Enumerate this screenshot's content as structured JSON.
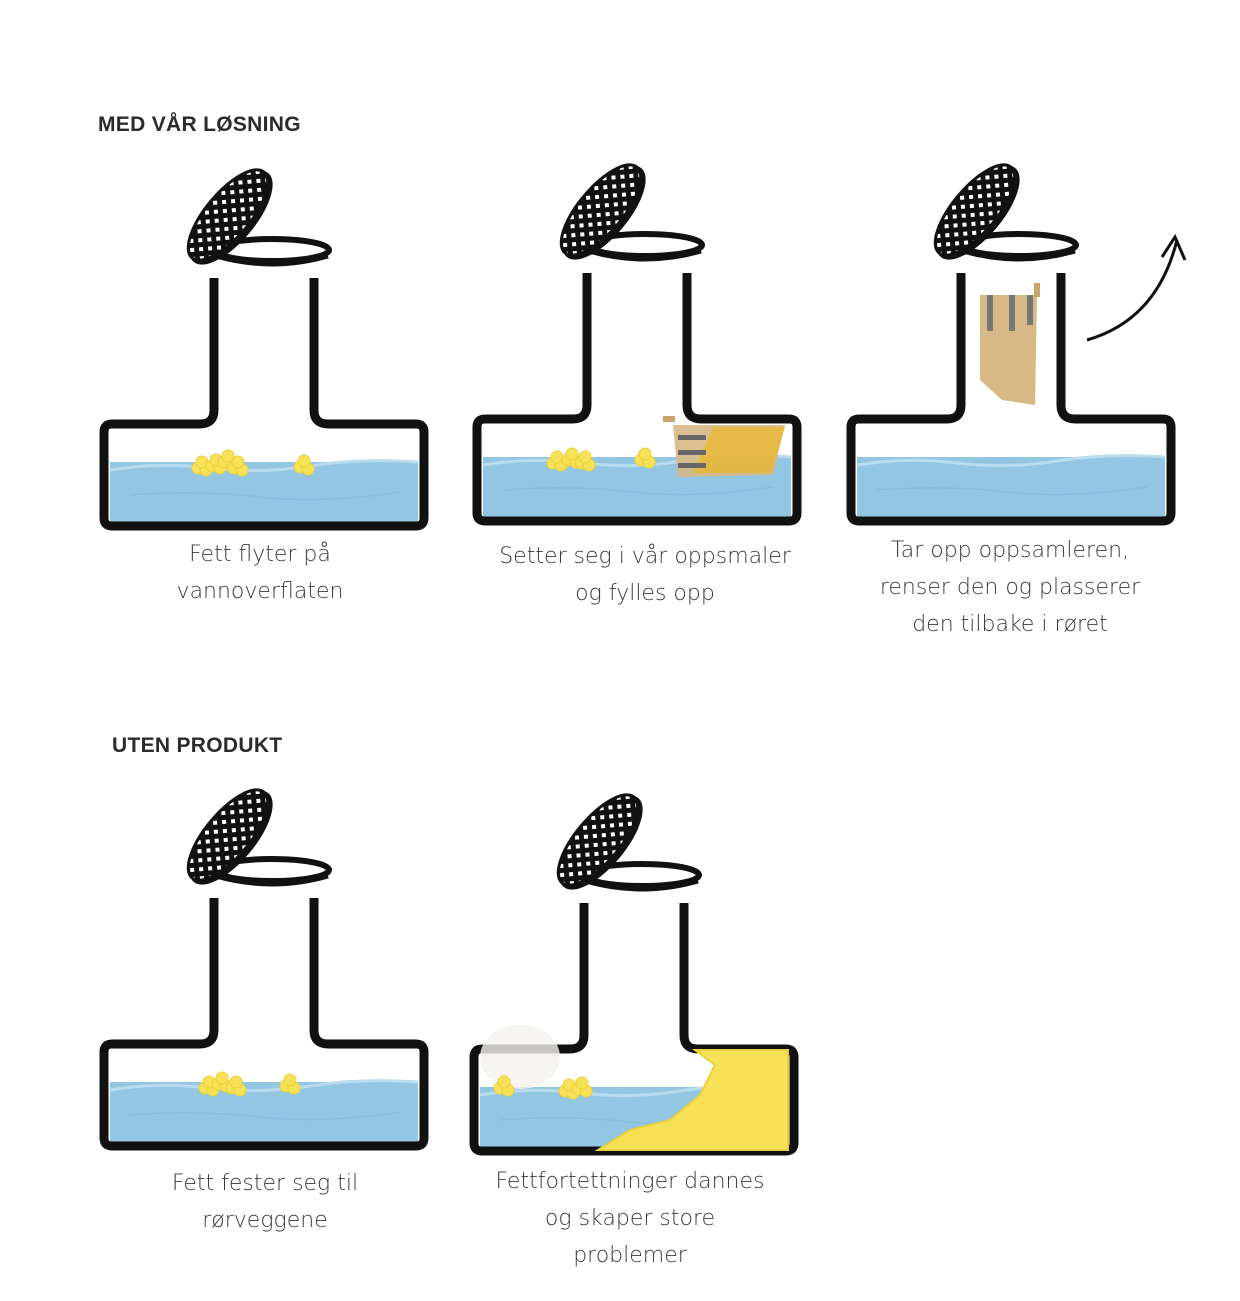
{
  "sections": [
    {
      "heading": "MED VÅR LØSNING",
      "panels": [
        {
          "caption": [
            "Fett flyter på",
            "vannoverflaten"
          ]
        },
        {
          "caption": [
            "Setter seg i vår oppsmaler",
            "og fylles opp"
          ]
        },
        {
          "caption": [
            "Tar opp oppsamleren,",
            "renser den og plasserer",
            "den tilbake i røret"
          ]
        }
      ]
    },
    {
      "heading": "UTEN PRODUKT",
      "panels": [
        {
          "caption": [
            "Fett fester seg til",
            "rørveggene"
          ]
        },
        {
          "caption": [
            "Fettfortettninger dannes",
            "og skaper store",
            "problemer"
          ]
        }
      ]
    }
  ],
  "colors": {
    "water": "#93c6e3",
    "fat": "#f7e257",
    "outline": "#111111",
    "collector": "#d8b884"
  }
}
